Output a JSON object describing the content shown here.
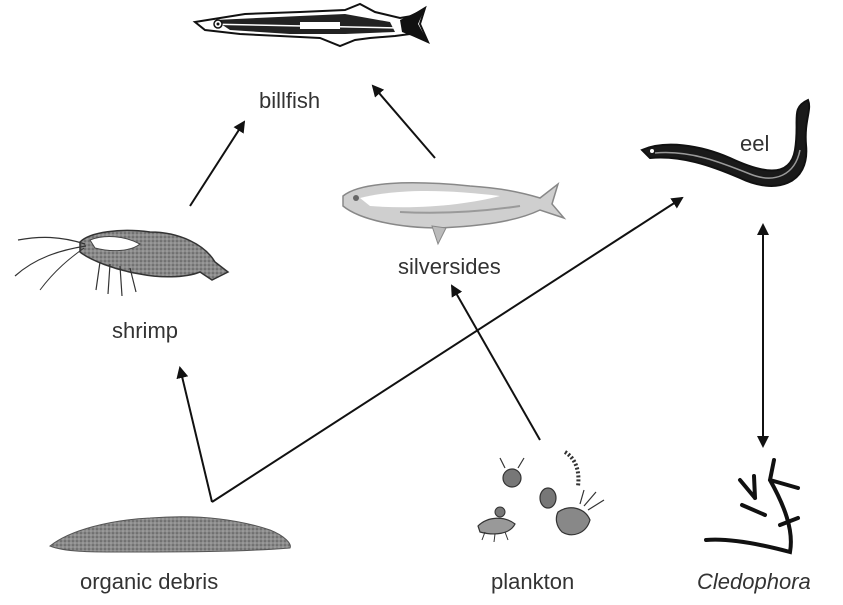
{
  "nodes": {
    "billfish": "billfish",
    "eel": "eel",
    "silversides": "silversides",
    "shrimp": "shrimp",
    "organic_debris": "organic debris",
    "plankton": "plankton",
    "cledophora": "Cledophora"
  },
  "edges": [
    {
      "from": "shrimp",
      "to": "billfish",
      "type": "arrow"
    },
    {
      "from": "silversides",
      "to": "billfish",
      "type": "arrow"
    },
    {
      "from": "organic debris",
      "to": "shrimp",
      "type": "arrow"
    },
    {
      "from": "organic debris",
      "to": "eel",
      "type": "arrow"
    },
    {
      "from": "plankton",
      "to": "silversides",
      "type": "arrow"
    },
    {
      "from": "eel",
      "to": "Cledophora",
      "type": "double-arrow"
    }
  ],
  "icons": [
    "billfish-icon",
    "eel-icon",
    "silversides-icon",
    "shrimp-icon",
    "organic-debris-icon",
    "plankton-icon",
    "cledophora-icon"
  ]
}
